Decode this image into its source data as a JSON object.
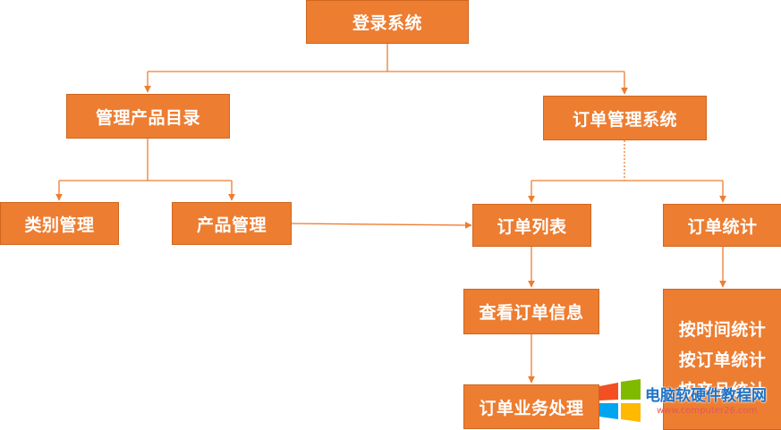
{
  "diagram": {
    "root": "登录系统",
    "product_catalog": "管理产品目录",
    "order_management": "订单管理系统",
    "category_management": "类别管理",
    "product_management": "产品管理",
    "order_list": "订单列表",
    "order_statistics": "订单统计",
    "view_order_info": "查看订单信息",
    "order_business": "订单业务处理",
    "statistics_items": [
      "按时间统计",
      "按订单统计",
      "按产品统计"
    ]
  },
  "colors": {
    "node_fill": "#ED7D31",
    "connector": "#ED7D31"
  },
  "watermark": {
    "text": "电脑软硬件教程网",
    "url": "www.computer26.com",
    "icon": "windows-logo-icon"
  }
}
